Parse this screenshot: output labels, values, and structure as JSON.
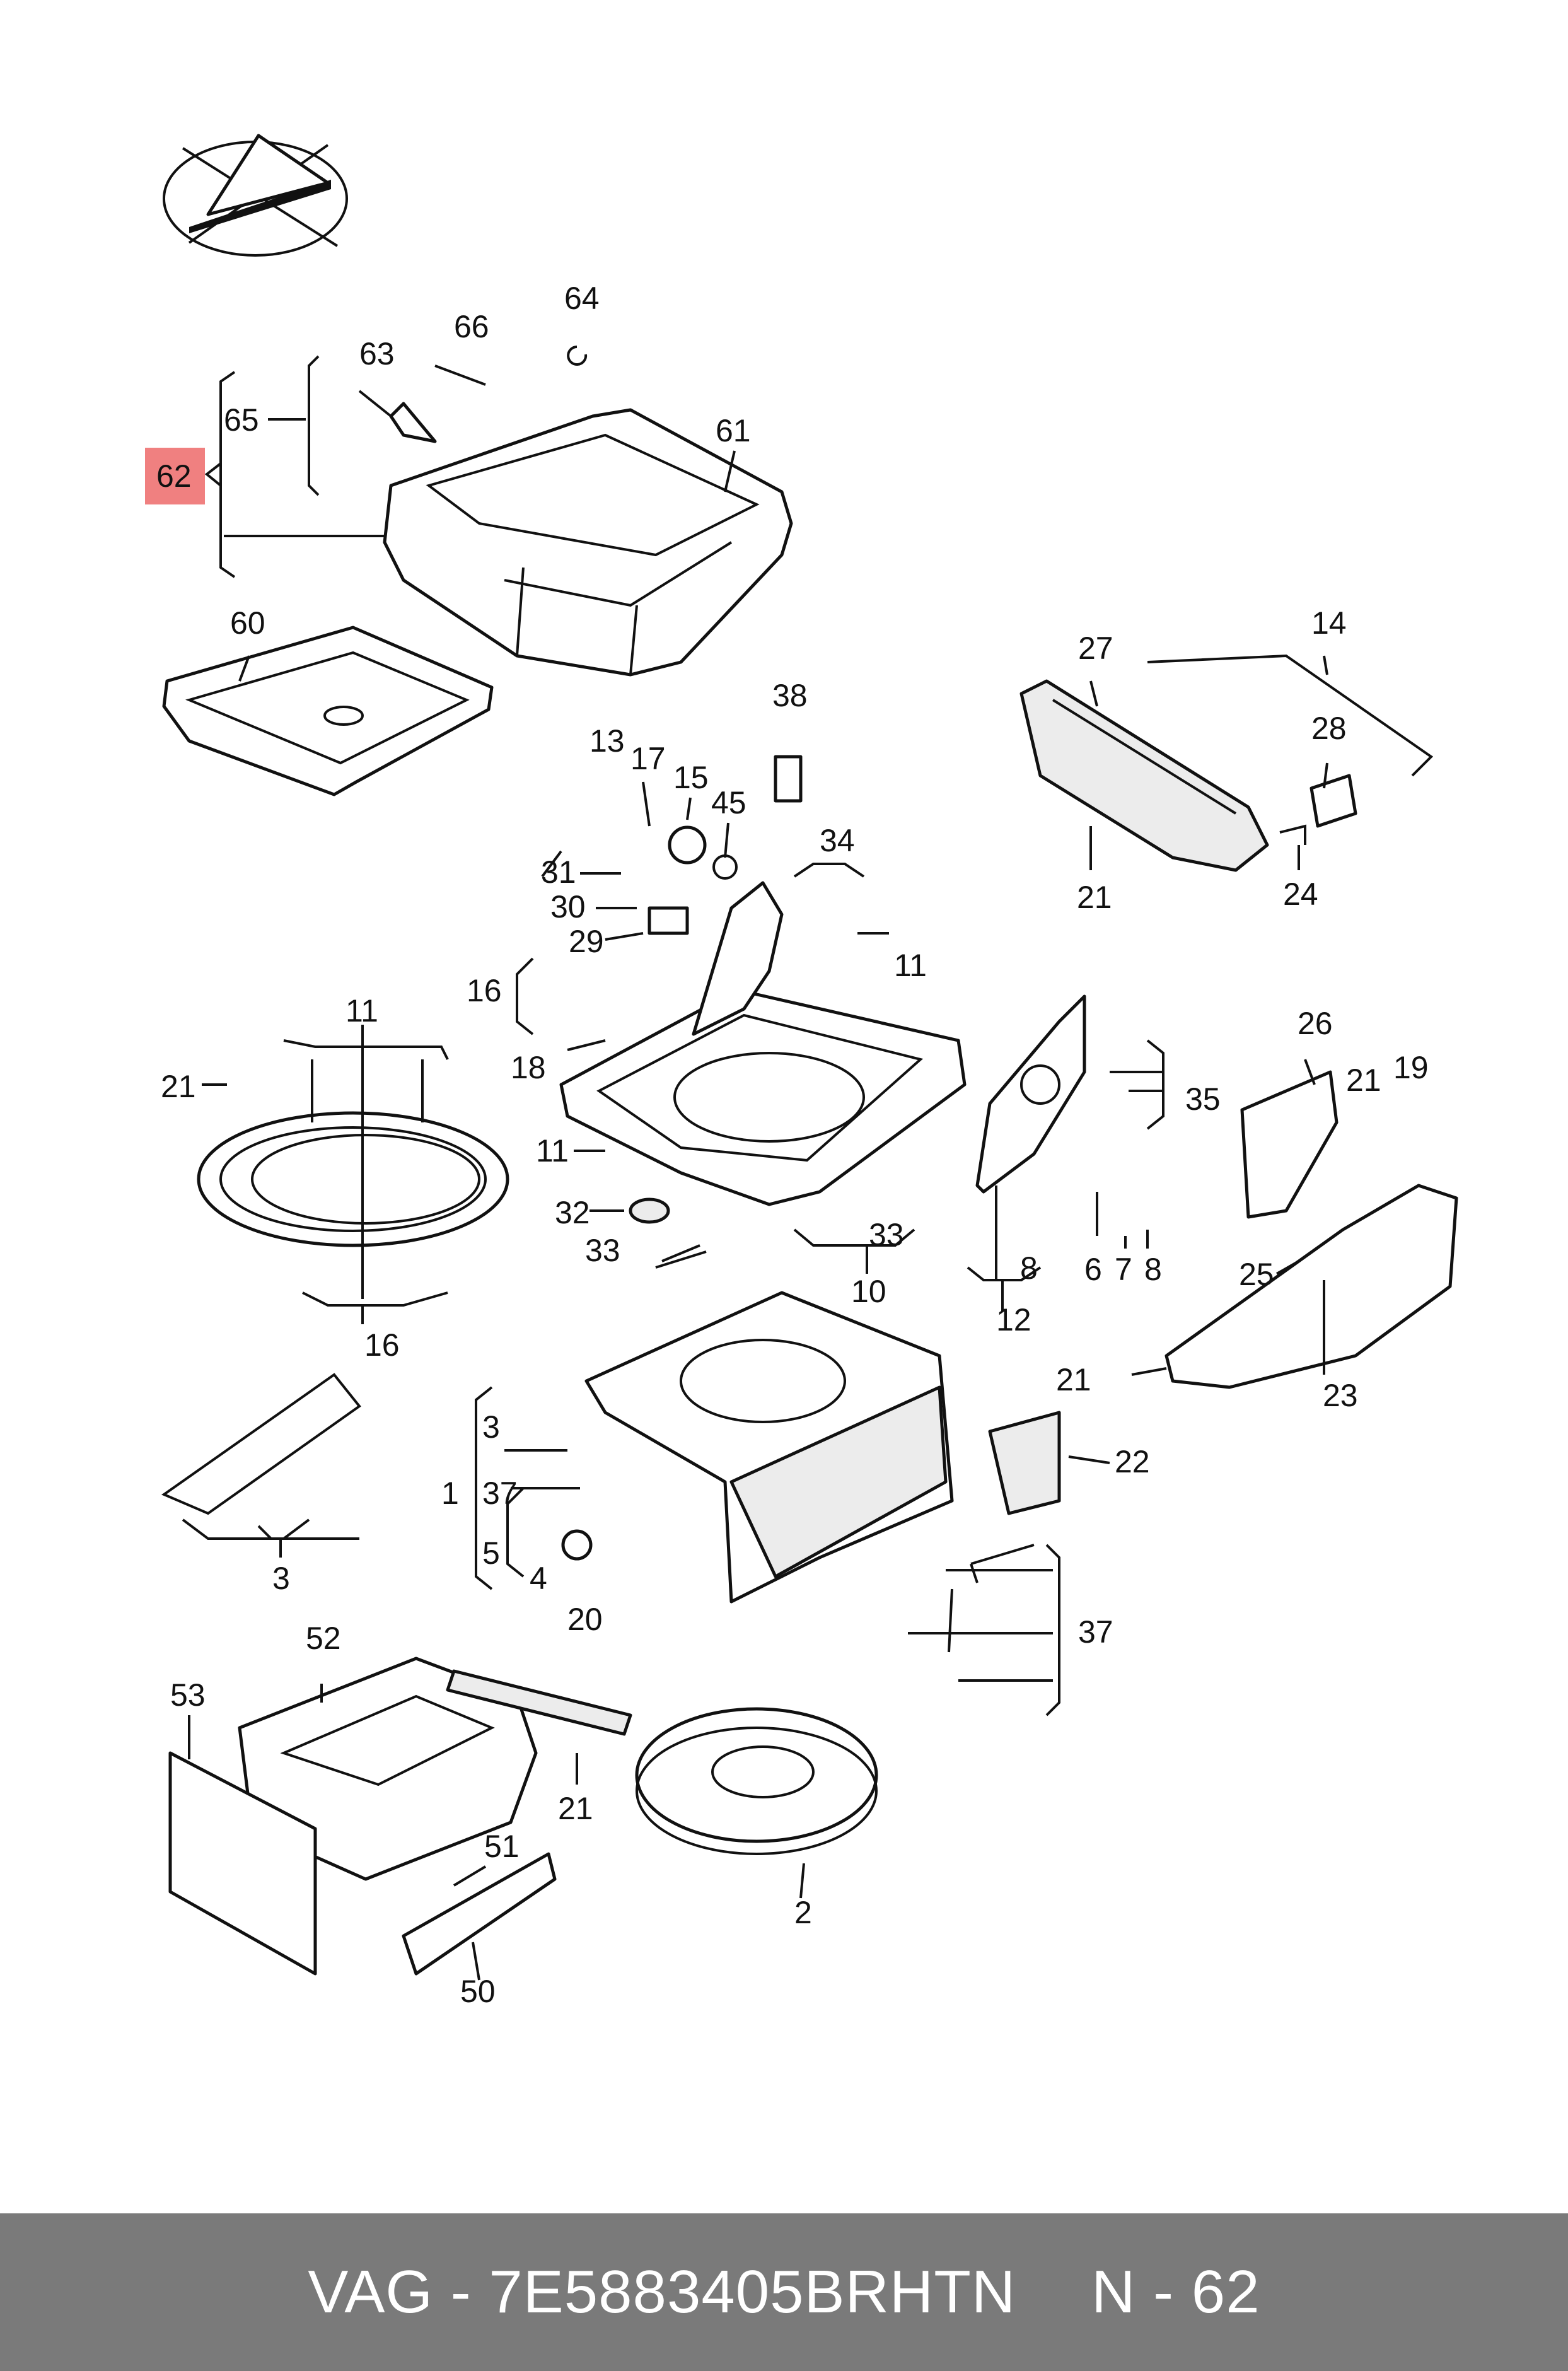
{
  "labels": {
    "l1": "1",
    "l2": "2",
    "l3a": "3",
    "l3b": "3",
    "l4": "4",
    "l5": "5",
    "l6": "6",
    "l7": "7",
    "l8a": "8",
    "l8b": "8",
    "l10": "10",
    "l11a": "11",
    "l11b": "11",
    "l11c": "11",
    "l12": "12",
    "l13": "13",
    "l14": "14",
    "l15": "15",
    "l16a": "16",
    "l16b": "16",
    "l17": "17",
    "l18": "18",
    "l19": "19",
    "l20": "20",
    "l21a": "21",
    "l21b": "21",
    "l21c": "21",
    "l21d": "21",
    "l21e": "21",
    "l22": "22",
    "l23": "23",
    "l24": "24",
    "l25": "25",
    "l26": "26",
    "l27": "27",
    "l28": "28",
    "l29": "29",
    "l30": "30",
    "l31": "31",
    "l32": "32",
    "l33a": "33",
    "l33b": "33",
    "l34": "34",
    "l35": "35",
    "l37a": "37",
    "l37b": "37",
    "l38": "38",
    "l45": "45",
    "l50": "50",
    "l51": "51",
    "l52": "52",
    "l53": "53",
    "l60": "60",
    "l61": "61",
    "l62": "62",
    "l63": "63",
    "l64": "64",
    "l65": "65",
    "l66": "66"
  },
  "footer": {
    "part_number": "VAG - 7E5883405BRHTN",
    "reference": "N - 62"
  },
  "highlight_color": "#f08080"
}
